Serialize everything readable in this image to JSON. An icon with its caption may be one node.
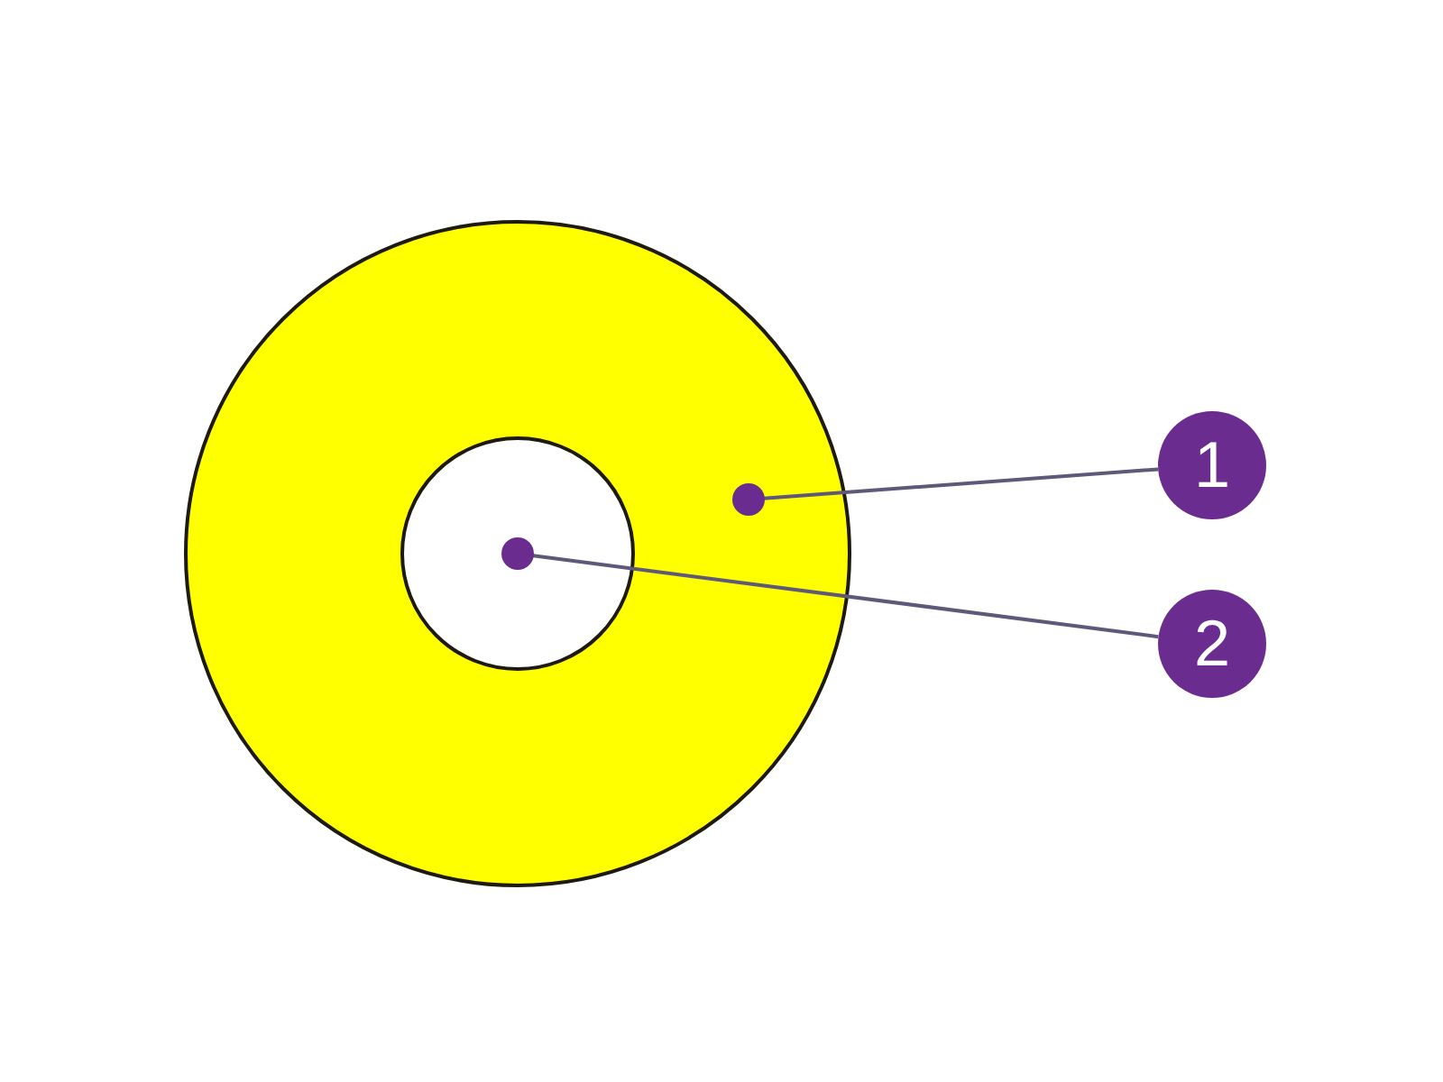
{
  "diagram": {
    "nodes": [
      {
        "text": [],
        "shape": "circle"
      },
      {
        "text": [],
        "shape": "circle",
        "in": 0
      },
      {
        "text": [
          "1"
        ]
      },
      {
        "text": [
          "2"
        ]
      }
    ],
    "edges": [
      {
        "from": 2,
        "to": 0,
        "arrow": "other"
      },
      {
        "from": 3,
        "to": 1,
        "arrow": "other"
      }
    ]
  }
}
